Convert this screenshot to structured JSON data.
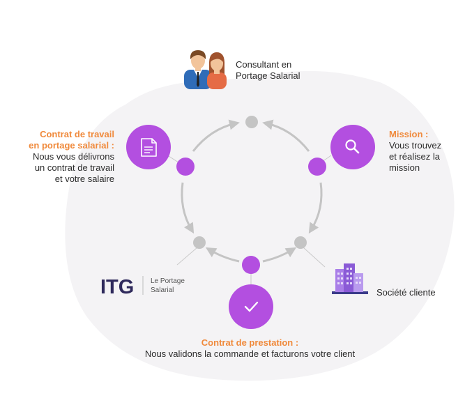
{
  "consultant": {
    "line1": "Consultant en",
    "line2": "Portage Salarial"
  },
  "contract_work": {
    "title_line1": "Contrat de travail",
    "title_line2": "en portage salarial :",
    "body_line1": "Nous vous délivrons",
    "body_line2": "un contrat de travail",
    "body_line3": "et votre salaire"
  },
  "mission": {
    "title": "Mission :",
    "body_line1": "Vous trouvez",
    "body_line2": "et réalisez la",
    "body_line3": "mission"
  },
  "brand": {
    "logo": "ITG",
    "tagline_line1": "Le Portage",
    "tagline_line2": "Salarial"
  },
  "client": {
    "label": "Société cliente"
  },
  "prestation": {
    "title": "Contrat de prestation :",
    "body": "Nous validons la commande et facturons votre client"
  },
  "colors": {
    "accent_purple": "#b34fe0",
    "accent_orange": "#f08a3c",
    "node_gray": "#c4c4c4",
    "blob_gray": "#f4f3f5",
    "logo_navy": "#2f2a5c"
  }
}
